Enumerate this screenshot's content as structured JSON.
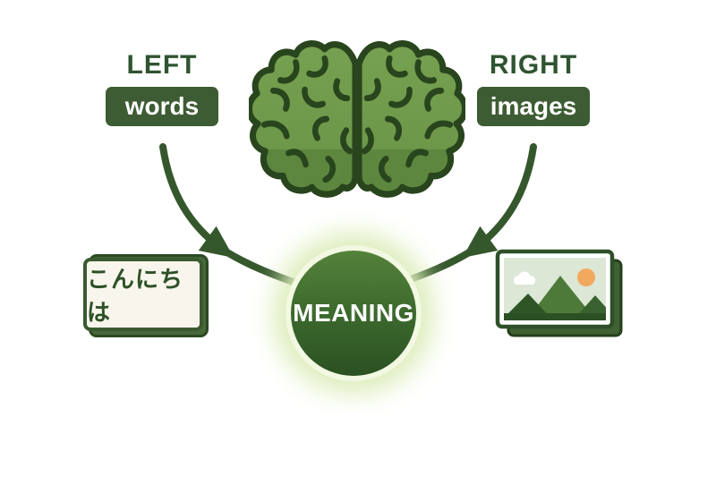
{
  "scene": {
    "left_side": {
      "title": "LEFT",
      "badge": "words"
    },
    "right_side": {
      "title": "RIGHT",
      "badge": "images"
    },
    "center_circle": {
      "label": "MEANING"
    },
    "word_card": {
      "text": "こんにちは"
    },
    "image_card": {
      "content": "mountain landscape with sun and cloud"
    },
    "colors": {
      "background": "#ffffff",
      "title_green": "#2f5430",
      "badge_green": "#3d5c33",
      "arrow_green": "#35572c",
      "brain_fill": "#6f9a4b",
      "brain_fill_dark": "#5d873f",
      "brain_outline": "#28451d",
      "circle_top": "#54823b",
      "circle_bottom": "#2b5022",
      "glow_green": "#dcedbb",
      "card_cream": "#f8f6ec",
      "card_text_green": "#2e5128",
      "photo_back_green": "#3f6134",
      "photo_sky": "#dde7d6",
      "sun_orange": "#f2a95e",
      "cloud_white": "#ffffff",
      "mountain_mid": "#4d7a39",
      "mountain_right": "#3a6130",
      "mountain_front": "#2e5526",
      "foreground_band": "#2b5023"
    }
  }
}
